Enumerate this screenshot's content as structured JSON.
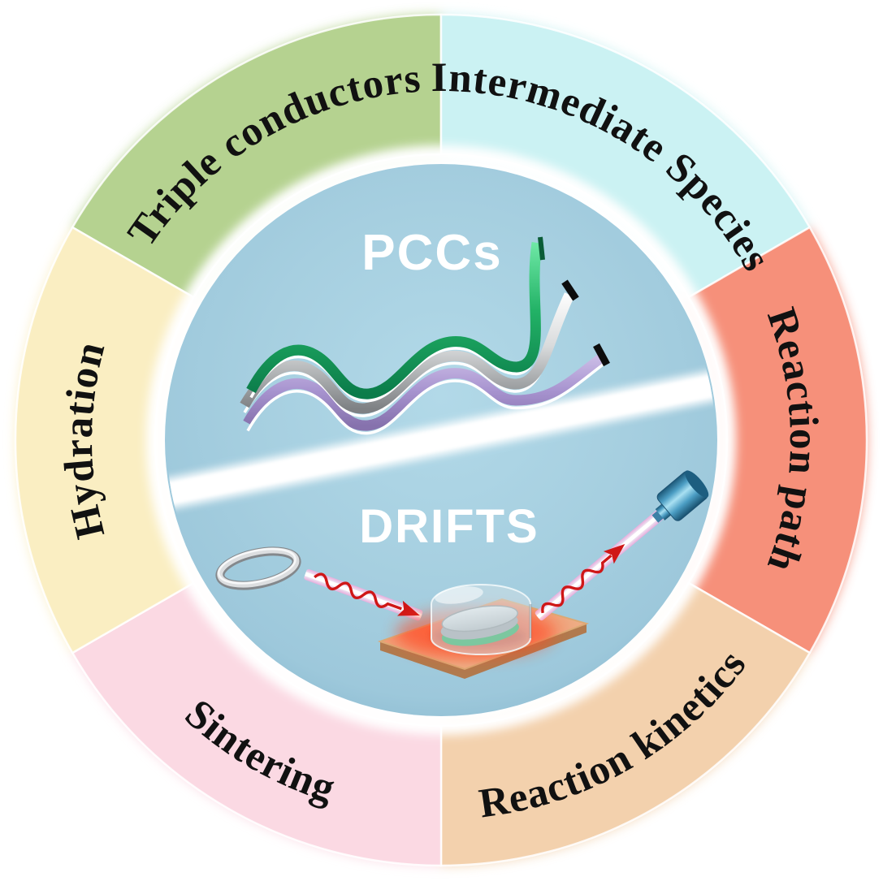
{
  "figure": {
    "title": "PCCs / DRIFTS graphical abstract wheel",
    "segments": [
      {
        "id": "triple-conductors",
        "label": "Triple conductors",
        "color": "#b5d290"
      },
      {
        "id": "intermediate-species",
        "label": "Intermediate Species",
        "color": "#cbf2f3"
      },
      {
        "id": "reaction-path",
        "label": "Reaction path",
        "color": "#f6907a"
      },
      {
        "id": "reaction-kinetics",
        "label": "Reaction kinetics",
        "color": "#f3d1ad"
      },
      {
        "id": "sintering",
        "label": "Sintering",
        "color": "#fbd9e3"
      },
      {
        "id": "hydration",
        "label": "Hydration",
        "color": "#faeec2"
      }
    ],
    "label_text_color": "#111111",
    "center": {
      "top_label": "PCCs",
      "bottom_label": "DRIFTS",
      "fill": "#a6cfe0",
      "fill_edge": "#8fbdd2",
      "text_color": "#ffffff"
    },
    "ribbons": [
      {
        "name": "green-ribbon",
        "color": "#22b266"
      },
      {
        "name": "silver-ribbon",
        "color": "#d9dbdc"
      },
      {
        "name": "purple-ribbon",
        "color": "#a793cf"
      }
    ],
    "drifts_scene": {
      "beam_wave_color": "#cf1717",
      "beam_edge_color": "#f2a8dc",
      "plate_color": "#eeab83",
      "plate_glow_color": "#ff4a22",
      "sample_band_color": "#27ae59",
      "detector_color": "#4c9ec4"
    }
  }
}
